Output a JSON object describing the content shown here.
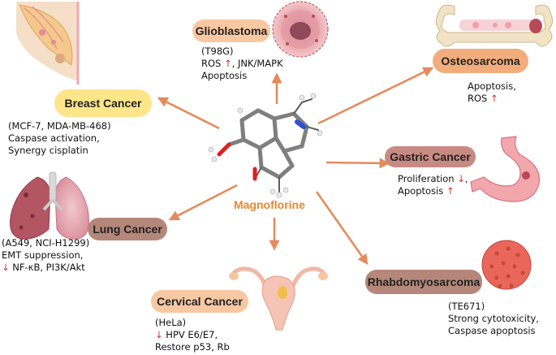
{
  "center": {
    "label": "Magnoflorine"
  },
  "glioblastoma": {
    "title": "Glioblastoma",
    "line1": "(T98G)",
    "line2_pre": "ROS",
    "line2_arrow": "↑",
    "line2_post": ", JNK/MAPK",
    "line3": "Apoptosis"
  },
  "osteosarcoma": {
    "title": "Osteosarcoma",
    "line1": "Apoptosis,",
    "line2_pre": "ROS",
    "line2_arrow": "↑"
  },
  "breast": {
    "title": "Breast Cancer",
    "line1": "(MCF-7, MDA-MB-468)",
    "line2": "Caspase activation,",
    "line3": "Synergy cisplatin"
  },
  "gastric": {
    "title": "Gastric Cancer",
    "line1_pre": "Proliferation",
    "line1_arrow": "↓",
    "line1_post": ",",
    "line2_pre": "Apoptosis",
    "line2_arrow": "↑"
  },
  "lung": {
    "title": "Lung Cancer",
    "line1": "(A549, NCI-H1299)",
    "line2": "EMT suppression,",
    "line3_arrow": "↓",
    "line3_post": " NF-κB, PI3K/Akt"
  },
  "cervical": {
    "title": "Cervical Cancer",
    "line1": "(HeLa)",
    "line2_arrow": "↓",
    "line2_post": " HPV E6/E7,",
    "line3": "Restore p53, Rb"
  },
  "rhabdo": {
    "title": "Rhabdomyosarcoma",
    "line1": "(TE671)",
    "line2": "Strong cytotoxicity,",
    "line3": "Caspase apoptosis"
  },
  "colors": {
    "arrow": "#e58b5c",
    "up_down": "#e02a2a",
    "center_label": "#e8862e"
  }
}
